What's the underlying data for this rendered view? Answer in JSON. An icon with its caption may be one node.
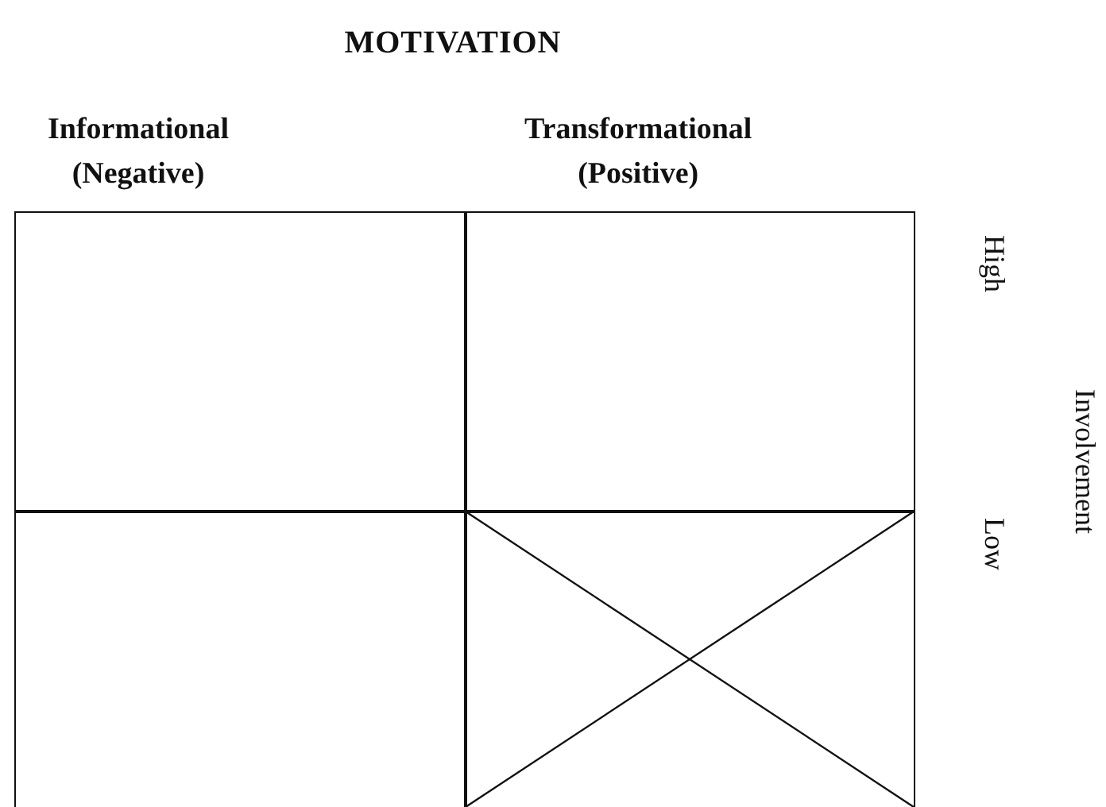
{
  "diagram": {
    "title": "MOTIVATION",
    "labels": [
      "Informational (Negative)",
      "Transformational (Positive)",
      "High",
      "Low",
      "Involvement"
    ]
  }
}
